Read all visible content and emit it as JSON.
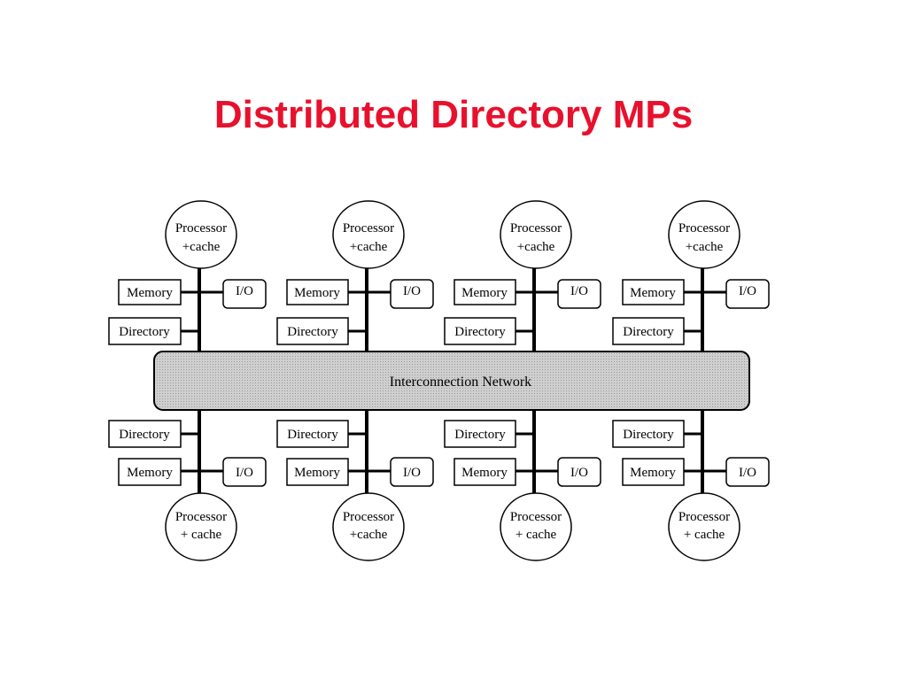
{
  "title": "Distributed Directory MPs",
  "colors": {
    "title": "#e8112d",
    "network_fill": "#c8c8c8"
  },
  "network": {
    "label": "Interconnection Network"
  },
  "nodes": {
    "top": [
      {
        "processor_line1": "Processor",
        "processor_line2": "+cache",
        "memory": "Memory",
        "io": "I/O",
        "directory": "Directory"
      },
      {
        "processor_line1": "Processor",
        "processor_line2": "+cache",
        "memory": "Memory",
        "io": "I/O",
        "directory": "Directory"
      },
      {
        "processor_line1": "Processor",
        "processor_line2": "+cache",
        "memory": "Memory",
        "io": "I/O",
        "directory": "Directory"
      },
      {
        "processor_line1": "Processor",
        "processor_line2": "+cache",
        "memory": "Memory",
        "io": "I/O",
        "directory": "Directory"
      }
    ],
    "bottom": [
      {
        "processor_line1": "Processor",
        "processor_line2": "+ cache",
        "memory": "Memory",
        "io": "I/O",
        "directory": "Directory"
      },
      {
        "processor_line1": "Processor",
        "processor_line2": "+cache",
        "memory": "Memory",
        "io": "I/O",
        "directory": "Directory"
      },
      {
        "processor_line1": "Processor",
        "processor_line2": "+ cache",
        "memory": "Memory",
        "io": "I/O",
        "directory": "Directory"
      },
      {
        "processor_line1": "Processor",
        "processor_line2": "+ cache",
        "memory": "Memory",
        "io": "I/O",
        "directory": "Directory"
      }
    ]
  }
}
